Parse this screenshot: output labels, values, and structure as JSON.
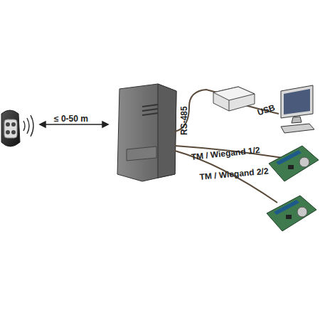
{
  "diagram": {
    "labels": [
      "≤ 0-50 m",
      "RS-485",
      "USB",
      "TM / Wiegand 1/2",
      "TM / Wiegand 2/2"
    ]
  }
}
